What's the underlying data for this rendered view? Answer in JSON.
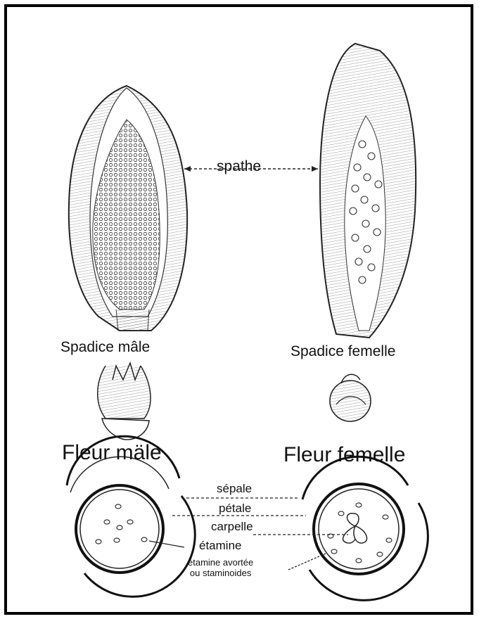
{
  "labels": {
    "spathe": "spathe",
    "spadice_male": "Spadice mâle",
    "spadice_femelle": "Spadice femelle",
    "fleur_male": "Fleur mäle",
    "fleur_femelle": "Fleur femelle",
    "sepale": "sépale",
    "petale": "pétale",
    "carpelle": "carpelle",
    "etamine": "étamine",
    "etamine_avortee_line1": "étamine avortée",
    "etamine_avortee_line2": "ou staminoides"
  }
}
